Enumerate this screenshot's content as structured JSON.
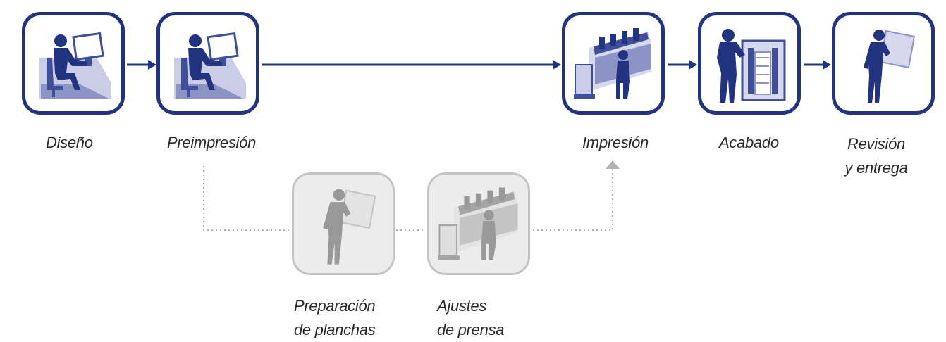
{
  "diagram": {
    "main_flow": [
      {
        "id": "design",
        "label_lines": [
          "Diseño"
        ],
        "icon": "workstation-operator-icon"
      },
      {
        "id": "prepress",
        "label_lines": [
          "Preimpresión"
        ],
        "icon": "workstation-operator-icon"
      },
      {
        "id": "print",
        "label_lines": [
          "Impresión"
        ],
        "icon": "printing-press-operator-icon"
      },
      {
        "id": "finish",
        "label_lines": [
          "Acabado"
        ],
        "icon": "finishing-machine-operator-icon"
      },
      {
        "id": "review",
        "label_lines": [
          "Revisión",
          "y entrega"
        ],
        "icon": "inspector-with-sheet-icon"
      }
    ],
    "skipped_flow": [
      {
        "id": "plates",
        "label_lines": [
          "Preparación",
          "de planchas"
        ],
        "icon": "inspector-with-plate-icon"
      },
      {
        "id": "makeready",
        "label_lines": [
          "Ajustes",
          "de prensa"
        ],
        "icon": "printing-press-operator-icon"
      }
    ],
    "colors": {
      "active_stroke": "#22347f",
      "active_fill": "#3f4f9a",
      "active_light": "#c9cde6",
      "skipped_stroke": "#c4c4c4",
      "skipped_fill": "#9a9a9a",
      "skipped_bg": "#ececec",
      "connector": "#22347f",
      "dotted_connector": "#b2b2b2"
    }
  }
}
